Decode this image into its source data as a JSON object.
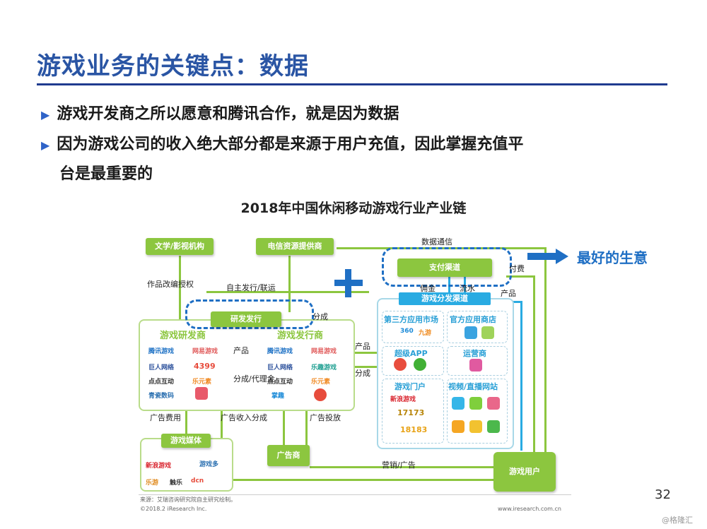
{
  "slide": {
    "title": "游戏业务的关键点：数据",
    "bullets": [
      "游戏开发商之所以愿意和腾讯合作，就是因为数据",
      "因为游戏公司的收入绝大部分都是来源于用户充值，因此掌握充值平",
      "台是最重要的"
    ],
    "page_number": "32",
    "watermark": "@格隆汇"
  },
  "diagram": {
    "title": "2018年中国休闲移动游戏行业产业链",
    "nodes": {
      "literature": "文学/影视机构",
      "telecom": "电信资源提供商",
      "payment": "支付渠道",
      "publishing": "研发发行",
      "developer": "游戏研发商",
      "publisher": "游戏发行商",
      "distribution": "游戏分发渠道",
      "media": "游戏媒体",
      "advertiser": "广告商",
      "users": "游戏用户"
    },
    "edges": {
      "license": "作品改编授权",
      "self_publish": "自主发行/联运",
      "data_comm": "数据通信",
      "pay": "付费",
      "commission": "佣金",
      "flow": "流水",
      "product_right": "产品",
      "share_top": "分成",
      "product_mid": "产品",
      "share_mid": "分成/代理金",
      "product_dist": "产品",
      "share_dist": "分成",
      "ad_fee": "广告费用",
      "ad_revenue": "广告收入分成",
      "ad_placement": "广告投放",
      "marketing": "营销/广告"
    },
    "channels": {
      "third_party": "第三方应用市场",
      "official": "官方应用商店",
      "super_app": "超级APP",
      "operator": "运营商",
      "portal": "游戏门户",
      "video": "视频/直播网站"
    },
    "logos": {
      "tencent": "腾讯游戏",
      "netease": "网易游戏",
      "giant": "巨人网络",
      "g4399": "4399",
      "zhidian": "点点互动",
      "leyuansu": "乐元素",
      "qingci": "青瓷数码",
      "lequ": "乐趣游戏",
      "zhangqu": "掌趣",
      "sina_game": "新浪游戏",
      "youxi": "游戏多",
      "game17173": "17173",
      "game18183": "18183",
      "dcn": "dcn",
      "leyou": "乐游",
      "chuka": "触乐",
      "qihoo": "360",
      "jiuyou": "九游"
    },
    "arrow_callout": "最好的生意",
    "source": "来源：艾瑞咨询研究院自主研究绘制。",
    "copyright": "©2018.2 iResearch Inc.",
    "website": "www.iresearch.com.cn"
  },
  "colors": {
    "title": "#2a55a4",
    "green": "#8cc63f",
    "blue": "#29abe2",
    "dash": "#1f6fc4"
  }
}
